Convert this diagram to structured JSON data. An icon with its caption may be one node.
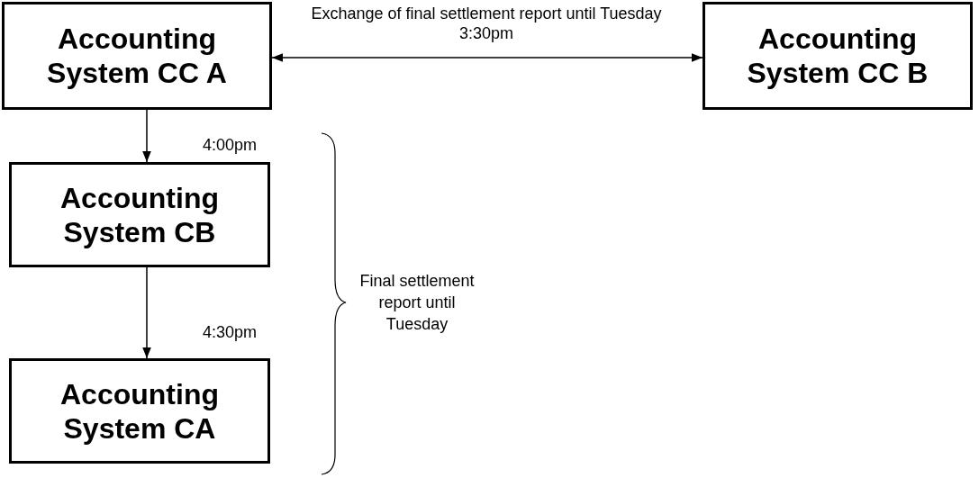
{
  "diagram": {
    "nodes": [
      {
        "text": [
          "Accounting System CC A"
        ]
      },
      {
        "text": [
          "Accounting System CC B"
        ]
      },
      {
        "text": [
          "Accounting System CB"
        ]
      },
      {
        "text": [
          "Accounting System CA"
        ]
      }
    ],
    "edges": [
      {
        "from": 0,
        "to": 1,
        "arrow": "both",
        "label": "Exchange of final settlement report until Tuesday 3:30pm"
      },
      {
        "from": 0,
        "to": 2,
        "arrow": "to",
        "label": "4:00pm"
      },
      {
        "from": 2,
        "to": 3,
        "arrow": "to",
        "label": "4:30pm"
      }
    ],
    "labels": [
      "Final settlement report until Tuesday"
    ]
  }
}
